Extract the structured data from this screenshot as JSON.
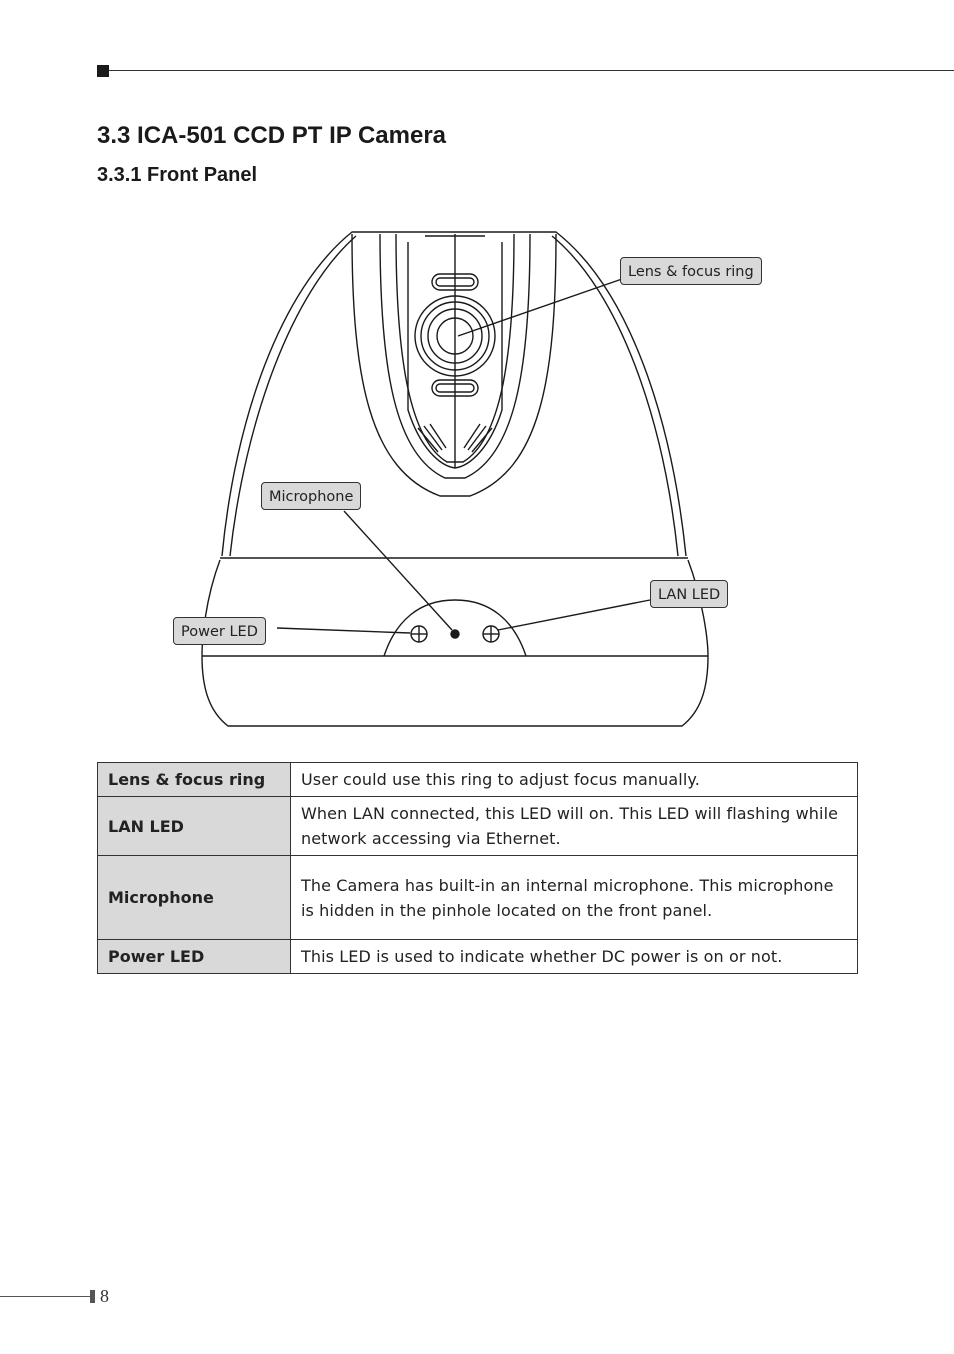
{
  "section": {
    "title": "3.3 ICA-501 CCD PT IP Camera"
  },
  "subsection": {
    "title": "3.3.1 Front Panel"
  },
  "figure": {
    "callouts": {
      "lens": "Lens & focus ring",
      "microphone": "Microphone",
      "lan_led": "LAN LED",
      "power_led": "Power LED"
    }
  },
  "table": {
    "rows": [
      {
        "term": "Lens & focus ring",
        "description": "User could use this ring to adjust focus manually."
      },
      {
        "term": "LAN LED",
        "description": "When LAN connected, this LED will on. This LED will flashing while network accessing via Ethernet."
      },
      {
        "term": "Microphone",
        "description": "The Camera has built-in an internal microphone. This microphone is hidden in the pinhole located on the front panel."
      },
      {
        "term": "Power LED",
        "description": "This LED is used to indicate whether DC power is on or not."
      }
    ]
  },
  "footer": {
    "page_number": "8"
  }
}
